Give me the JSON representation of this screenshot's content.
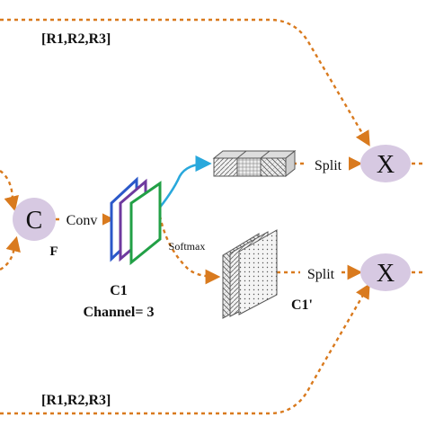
{
  "colors": {
    "arrow": "#d97a1e",
    "node": "#d7c9e2",
    "cyan_arrow": "#29a8dc",
    "map_blue": "#2b58c9",
    "map_purple": "#6e3a9e",
    "map_green": "#22a046",
    "block_gray": "#8a8a8a"
  },
  "labels": {
    "top_route": "[R1,R2,R3]",
    "bottom_route": "[R1,R2,R3]",
    "c_node": "C",
    "f_label": "F",
    "conv": "Conv",
    "c1": "C1",
    "channel": "Channel= 3",
    "softmax": "Softmax",
    "split_top": "Split",
    "split_bottom": "Split",
    "x_top": "X",
    "x_bottom": "X",
    "c1_prime": "C1'"
  }
}
